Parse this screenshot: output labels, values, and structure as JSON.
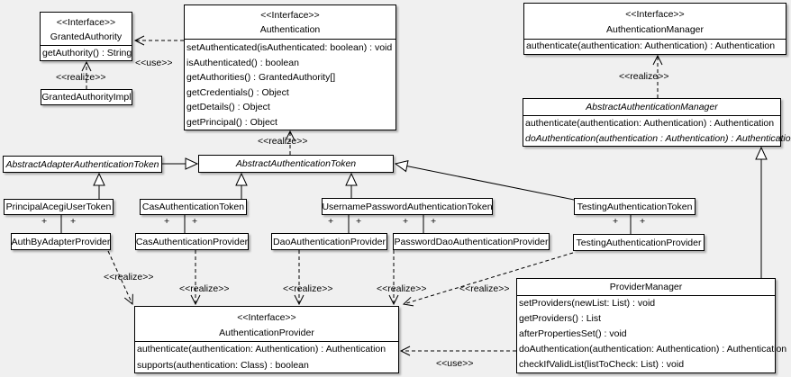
{
  "nodes": {
    "granted_authority": {
      "stereotype": "<<Interface>>",
      "title": "GrantedAuthority",
      "methods": [
        "getAuthority() : String"
      ]
    },
    "granted_authority_impl": {
      "title": "GrantedAuthorityImpl"
    },
    "authentication": {
      "stereotype": "<<Interface>>",
      "title": "Authentication",
      "methods": [
        "setAuthenticated(isAuthenticated: boolean) : void",
        "isAuthenticated() : boolean",
        "getAuthorities() : GrantedAuthority[]",
        "getCredentials() : Object",
        "getDetails() : Object",
        "getPrincipal() : Object"
      ]
    },
    "authentication_manager": {
      "stereotype": "<<Interface>>",
      "title": "AuthenticationManager",
      "methods": [
        "authenticate(authentication: Authentication) : Authentication"
      ]
    },
    "abstract_authentication_manager": {
      "title": "AbstractAuthenticationManager",
      "methods": [
        "authenticate(authentication: Authentication) : Authentication",
        "doAuthentication(authentication : Authentication) : Authentication"
      ]
    },
    "abstract_adapter_authentication_token": {
      "title": "AbstractAdapterAuthenticationToken"
    },
    "abstract_authentication_token": {
      "title": "AbstractAuthenticationToken"
    },
    "principal_acegi_user_token": {
      "title": "PrincipalAcegiUserToken"
    },
    "auth_by_adapter_provider": {
      "title": "AuthByAdapterProvider"
    },
    "cas_authentication_token": {
      "title": "CasAuthenticationToken"
    },
    "cas_authentication_provider": {
      "title": "CasAuthenticationProvider"
    },
    "username_password_authentication_token": {
      "title": "UsernamePasswordAuthenticationToken"
    },
    "dao_authentication_provider": {
      "title": "DaoAuthenticationProvider"
    },
    "password_dao_authentication_provider": {
      "title": "PasswordDaoAuthenticationProvider"
    },
    "testing_authentication_token": {
      "title": "TestingAuthenticationToken"
    },
    "testing_authentication_provider": {
      "title": "TestingAuthenticationProvider"
    },
    "authentication_provider": {
      "stereotype": "<<Interface>>",
      "title": "AuthenticationProvider",
      "methods": [
        "authenticate(authentication: Authentication) : Authentication",
        "supports(authentication: Class) : boolean"
      ]
    },
    "provider_manager": {
      "title": "ProviderManager",
      "methods": [
        "setProviders(newList: List) : void",
        "getProviders() : List",
        "afterPropertiesSet() : void",
        "doAuthentication(authentication: Authentication) : Authentication",
        "checkIfValidList(listToCheck: List) : void"
      ]
    }
  },
  "labels": {
    "use_authentication_granted_authority": "<<use>>",
    "realize_granted_authority_impl": "<<realize>>",
    "realize_abstract_authentication_token": "<<realize>>",
    "realize_abstract_authentication_manager": "<<realize>>",
    "realize_auth_by_adapter_provider": "<<realize>>",
    "realize_cas_authentication_provider": "<<realize>>",
    "realize_dao_authentication_provider": "<<realize>>",
    "realize_password_dao_authentication_provider": "<<realize>>",
    "realize_testing_authentication_provider": "<<realize>>",
    "use_provider_manager": "<<use>>"
  },
  "assoc": {
    "plus": "+"
  },
  "colors": {
    "background": "#f0f0f0",
    "box_fill": "#ffffff",
    "line": "#000000"
  }
}
